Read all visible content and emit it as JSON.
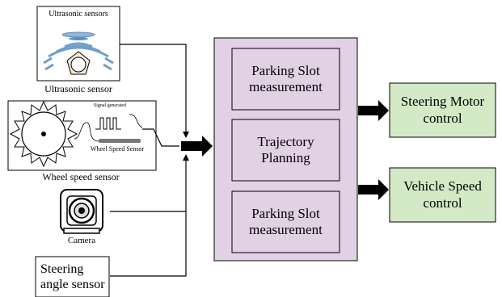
{
  "inputs": {
    "ultrasonic": {
      "panel_title": "Ultrasonic sensors",
      "caption": "Ultrasonic sensor"
    },
    "wheel_speed": {
      "signal_label": "Signal generated",
      "inner_label": "Wheel Speed Sensor",
      "caption": "Wheel speed sensor"
    },
    "camera": {
      "caption": "Camera"
    },
    "steering_angle": {
      "label": "Steering angle sensor"
    }
  },
  "processing": {
    "blocks": [
      {
        "label": "Parking Slot measurement"
      },
      {
        "label": "Trajectory Planning"
      },
      {
        "label": "Parking Slot measurement"
      }
    ]
  },
  "outputs": [
    {
      "label": "Steering Motor control"
    },
    {
      "label": "Vehicle Speed control"
    }
  ],
  "colors": {
    "processing_fill": "#e2d0e5",
    "output_fill": "#d4eac7",
    "sensor_blue": "#6fa0c8"
  }
}
